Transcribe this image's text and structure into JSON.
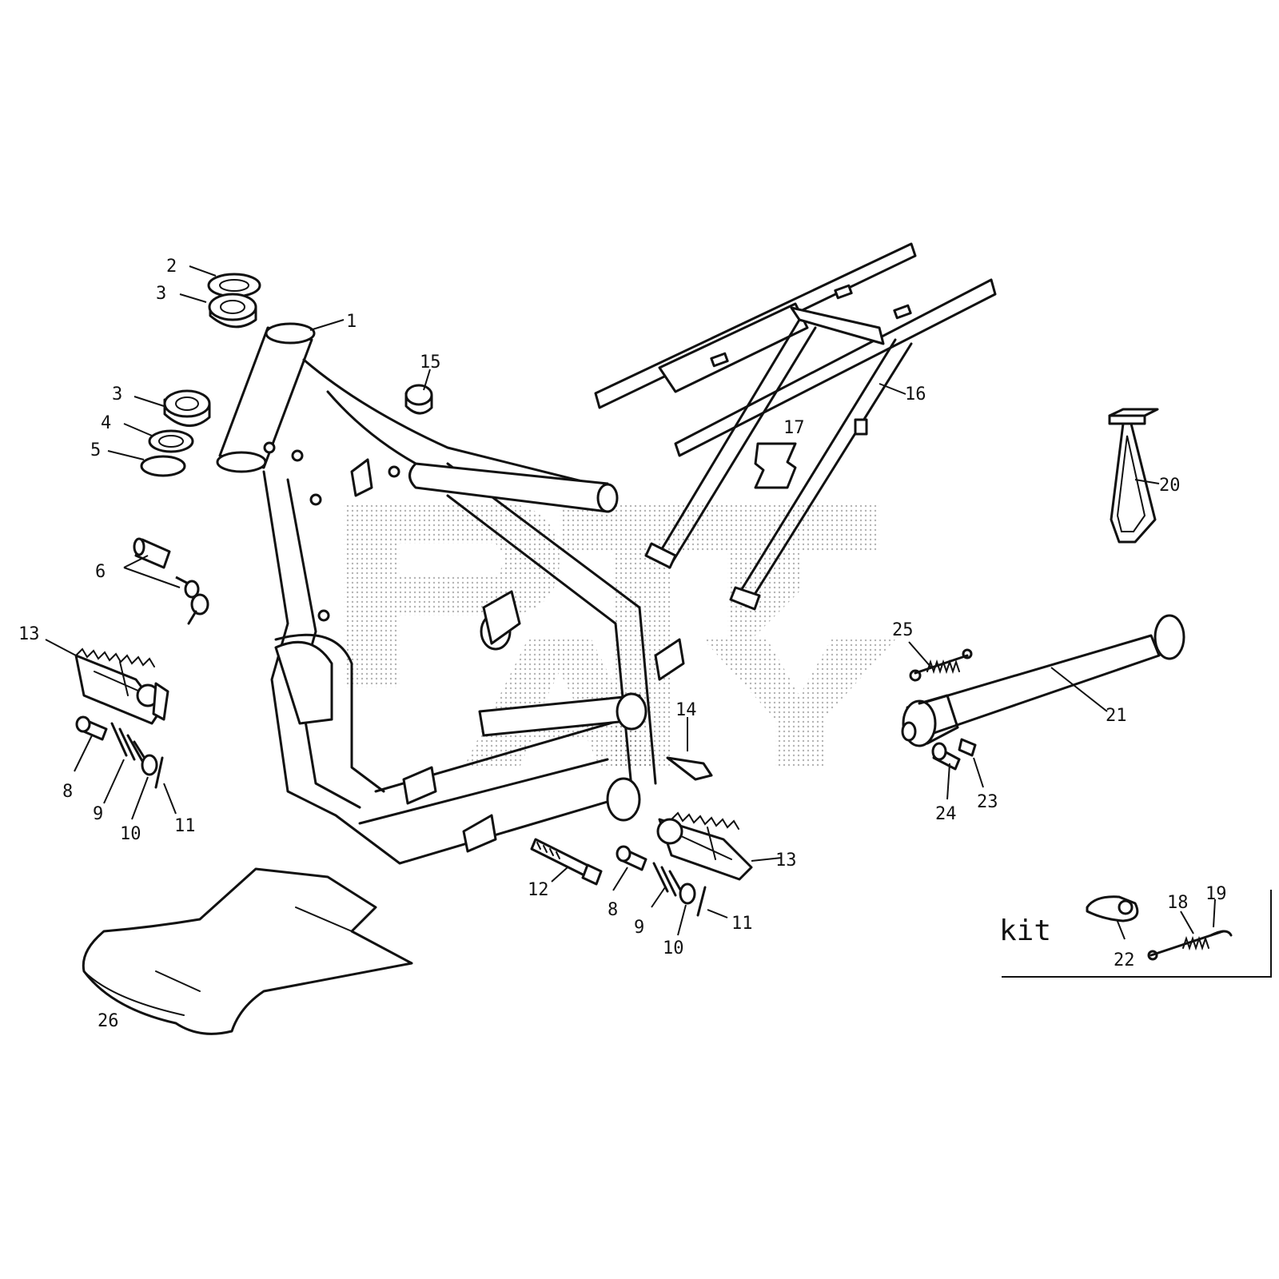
{
  "callouts": {
    "c1": "1",
    "c2": "2",
    "c3a": "3",
    "c3b": "3",
    "c4": "4",
    "c5": "5",
    "c6": "6",
    "c8a": "8",
    "c8b": "8",
    "c9a": "9",
    "c9b": "9",
    "c10a": "10",
    "c10b": "10",
    "c11a": "11",
    "c11b": "11",
    "c12": "12",
    "c13a": "13",
    "c13b": "13",
    "c14": "14",
    "c15": "15",
    "c16": "16",
    "c17": "17",
    "c18": "18",
    "c19": "19",
    "c20": "20",
    "c21": "21",
    "c22": "22",
    "c23": "23",
    "c24": "24",
    "c25": "25",
    "c26": "26"
  },
  "kit_label": "kit"
}
